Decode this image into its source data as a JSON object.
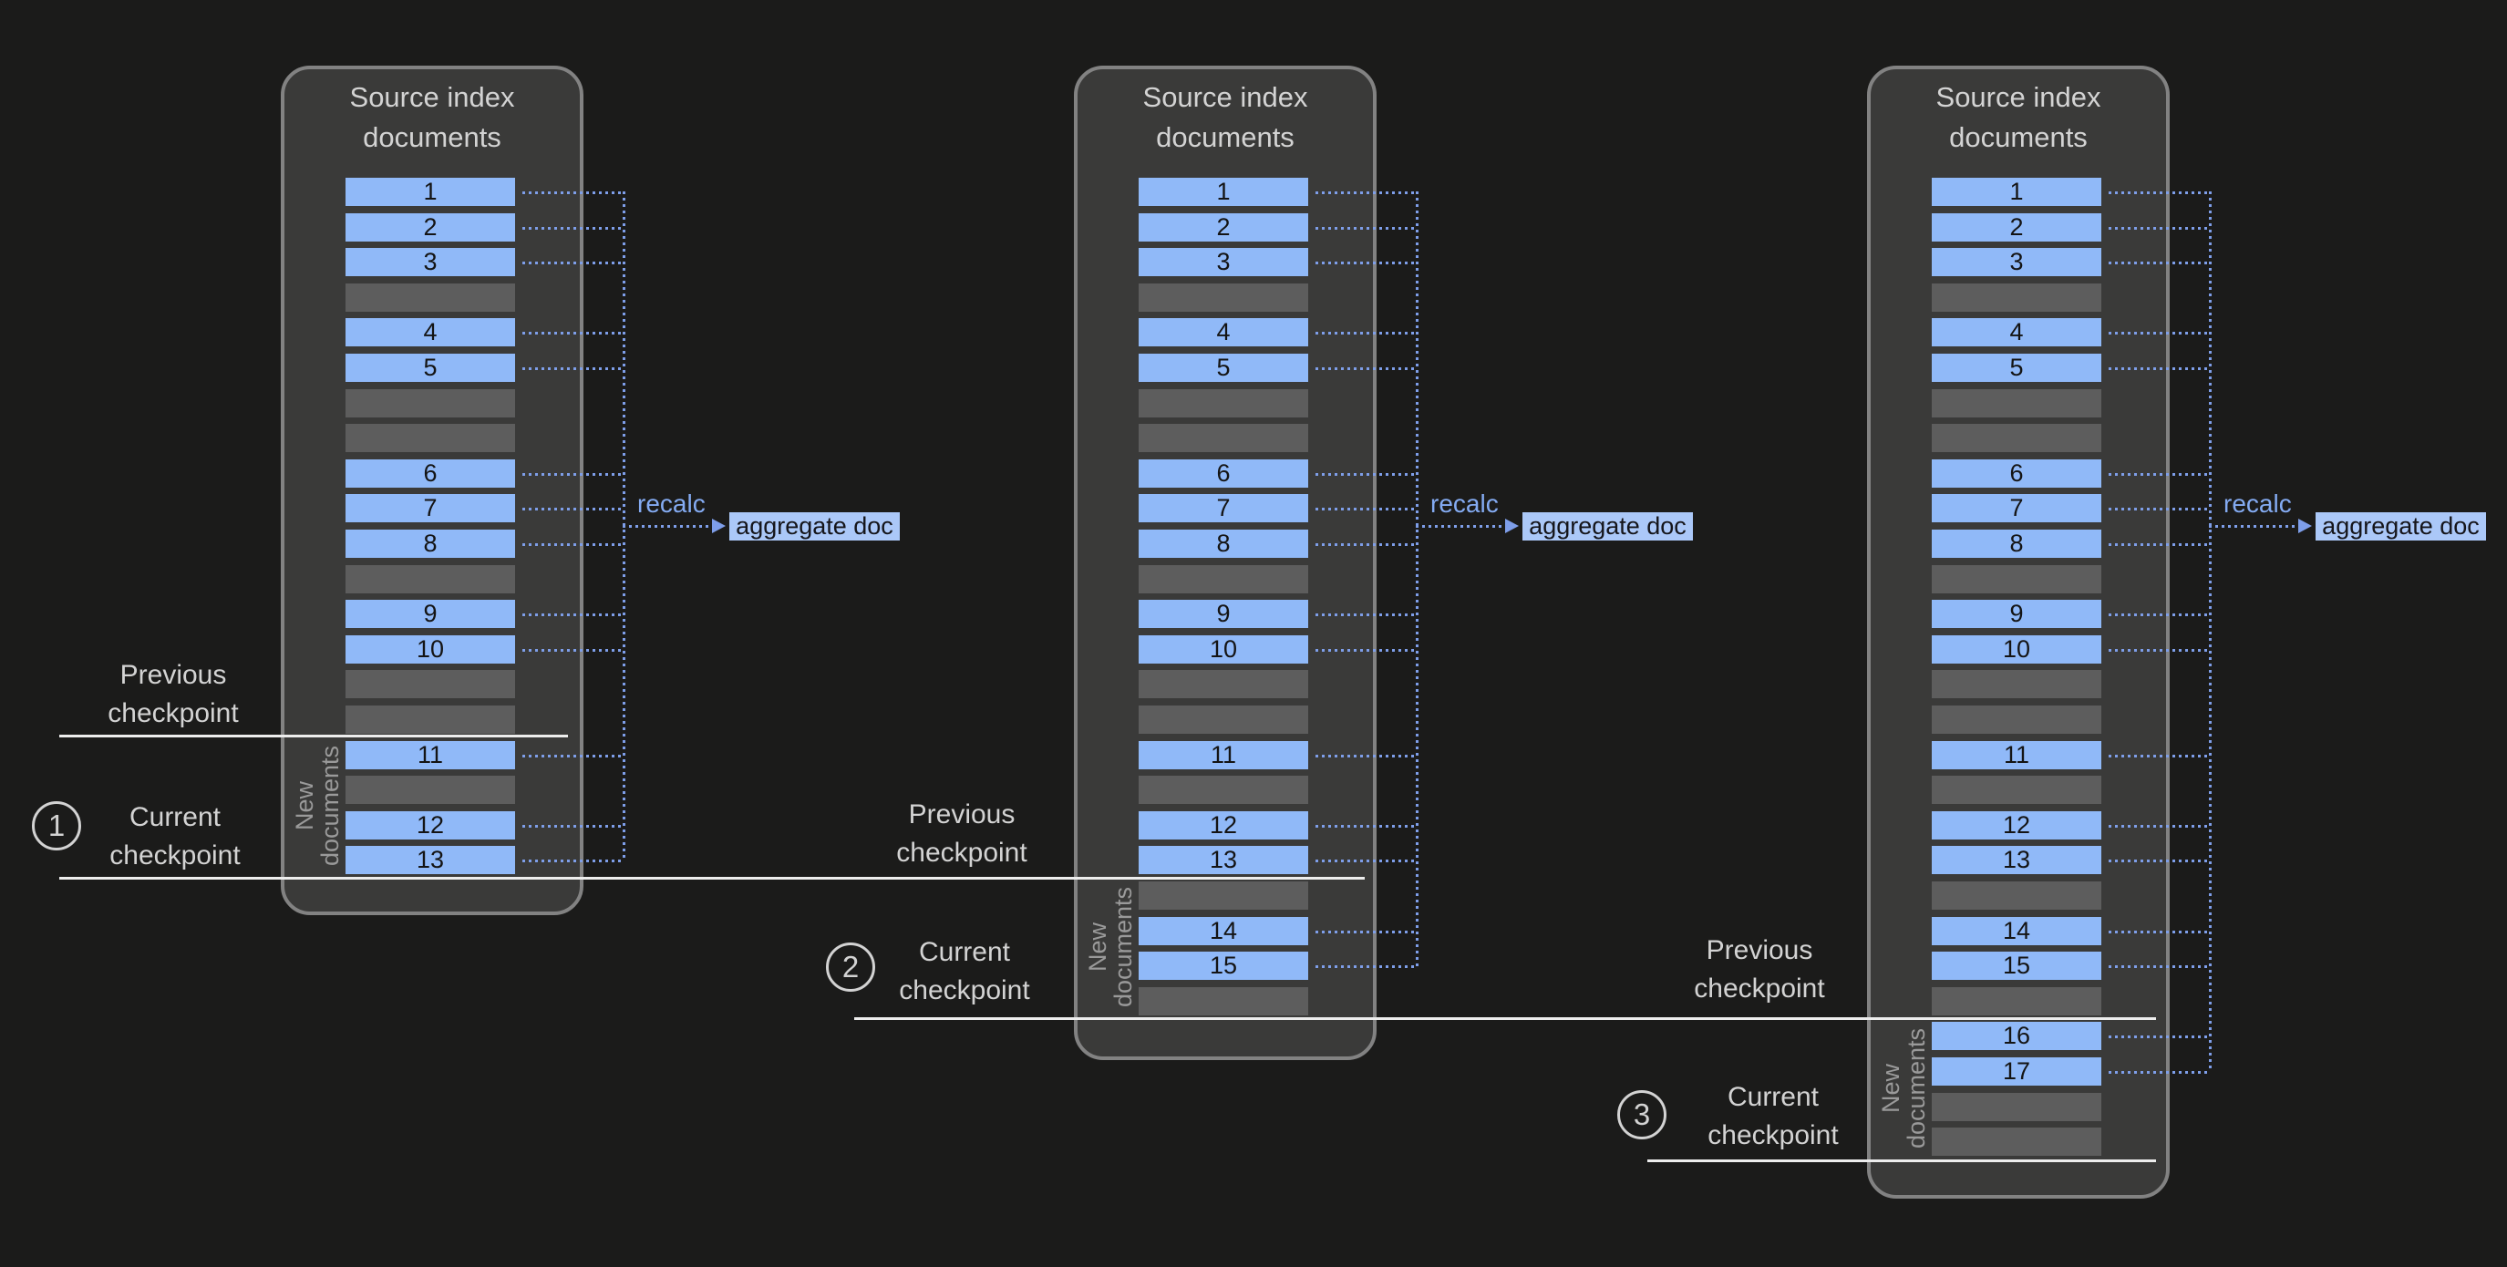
{
  "diagram": {
    "panels": [
      {
        "title_lines": [
          "Source index",
          "documents"
        ],
        "rows": [
          "1",
          "2",
          "3",
          "",
          "4",
          "5",
          "",
          "",
          "6",
          "7",
          "8",
          "",
          "9",
          "10",
          "",
          "",
          "11",
          "",
          "12",
          "13"
        ],
        "recalc_label": "recalc",
        "aggregate_label": "aggregate doc",
        "new_documents_lines": [
          "New",
          "documents"
        ]
      },
      {
        "title_lines": [
          "Source index",
          "documents"
        ],
        "rows": [
          "1",
          "2",
          "3",
          "",
          "4",
          "5",
          "",
          "",
          "6",
          "7",
          "8",
          "",
          "9",
          "10",
          "",
          "",
          "11",
          "",
          "12",
          "13",
          "",
          "14",
          "15",
          ""
        ],
        "recalc_label": "recalc",
        "aggregate_label": "aggregate doc",
        "new_documents_lines": [
          "New",
          "documents"
        ]
      },
      {
        "title_lines": [
          "Source index",
          "documents"
        ],
        "rows": [
          "1",
          "2",
          "3",
          "",
          "4",
          "5",
          "",
          "",
          "6",
          "7",
          "8",
          "",
          "9",
          "10",
          "",
          "",
          "11",
          "",
          "12",
          "13",
          "",
          "14",
          "15",
          "",
          "16",
          "17",
          "",
          ""
        ],
        "recalc_label": "recalc",
        "aggregate_label": "aggregate doc",
        "new_documents_lines": [
          "New",
          "documents"
        ]
      }
    ],
    "checkpoints": [
      {
        "number": "1",
        "previous_lines": [
          "Previous",
          "checkpoint"
        ],
        "current_lines": [
          "Current",
          "checkpoint"
        ]
      },
      {
        "number": "2",
        "previous_lines": [
          "Previous",
          "checkpoint"
        ],
        "current_lines": [
          "Current",
          "checkpoint"
        ]
      },
      {
        "number": "3",
        "previous_lines": [
          "Previous",
          "checkpoint"
        ],
        "current_lines": [
          "Current",
          "checkpoint"
        ]
      }
    ],
    "colors": {
      "background": "#1b1b1a",
      "panel_bg": "#3a3a39",
      "panel_border": "#828282",
      "doc_bar": "#90b9f8",
      "gap_bar": "#5d5d5d",
      "connector": "#7e9ee9",
      "recalc_text": "#84abf2",
      "aggregate_bg": "#abc8f8",
      "checkpoint_line": "#ededed",
      "label_text": "#d3d3d3",
      "new_docs_text": "#9a9a9a"
    }
  }
}
